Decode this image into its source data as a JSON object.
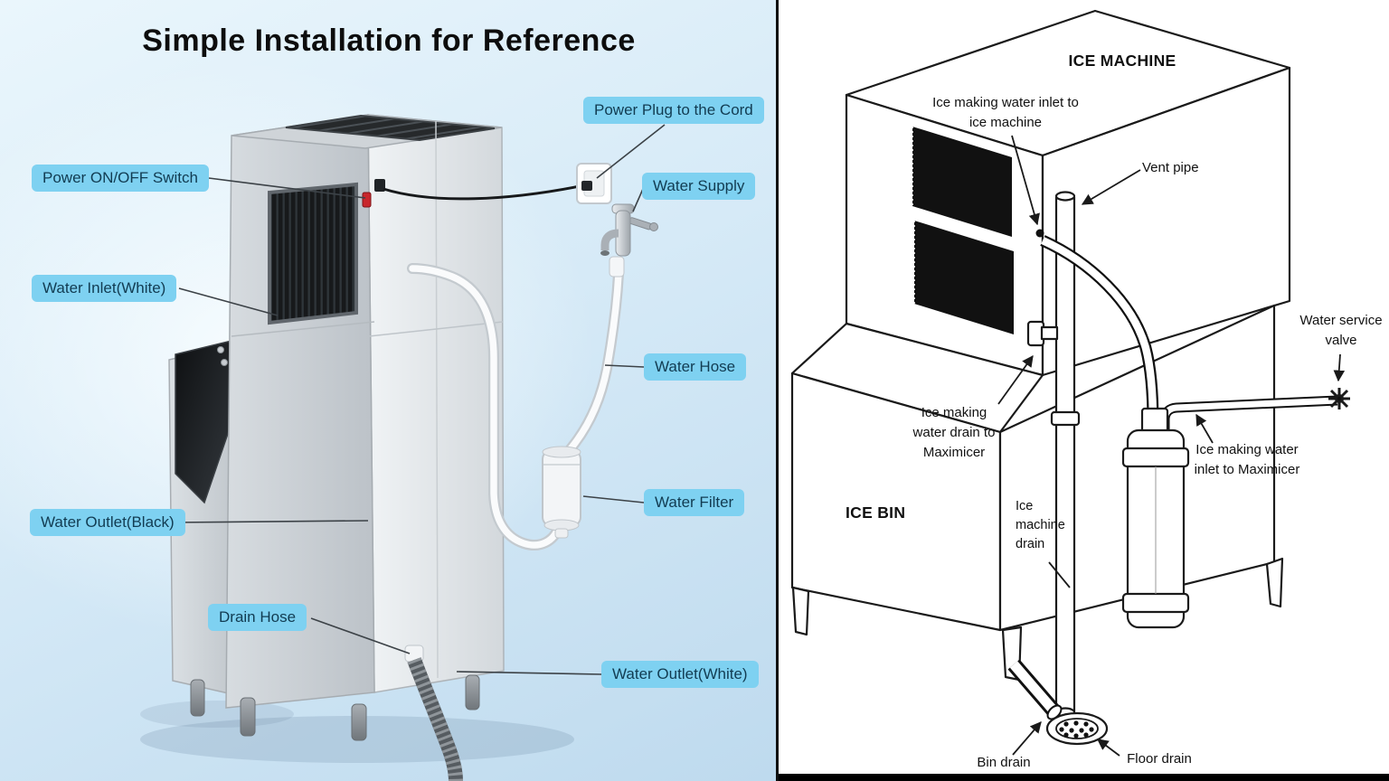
{
  "left_panel": {
    "title": "Simple Installation for Reference",
    "callouts": {
      "power_plug": "Power Plug to the Cord",
      "power_switch": "Power ON/OFF Switch",
      "water_supply": "Water Supply",
      "water_inlet": "Water Inlet(White)",
      "water_hose": "Water Hose",
      "water_filter": "Water Filter",
      "water_outlet_black": "Water Outlet(Black)",
      "drain_hose": "Drain Hose",
      "water_outlet_white": "Water Outlet(White)"
    },
    "colors": {
      "callout_bg": "#7ed1f1",
      "callout_text": "#123c52",
      "background_top": "#eaf6fc",
      "background_bottom": "#bedaee"
    }
  },
  "right_panel": {
    "labels": {
      "ice_machine": "ICE MACHINE",
      "inlet_ice_machine": "Ice making water inlet to ice machine",
      "vent_pipe": "Vent pipe",
      "water_service_valve": "Water service valve",
      "drain_to_maximicer": "Ice making water drain to Maximicer",
      "inlet_to_maximicer": "Ice making water inlet to Maximicer",
      "ice_bin": "ICE BIN",
      "ice_machine_drain": "Ice machine drain",
      "bin_drain": "Bin drain",
      "floor_drain": "Floor drain"
    },
    "line_color": "#1a1a1a"
  }
}
